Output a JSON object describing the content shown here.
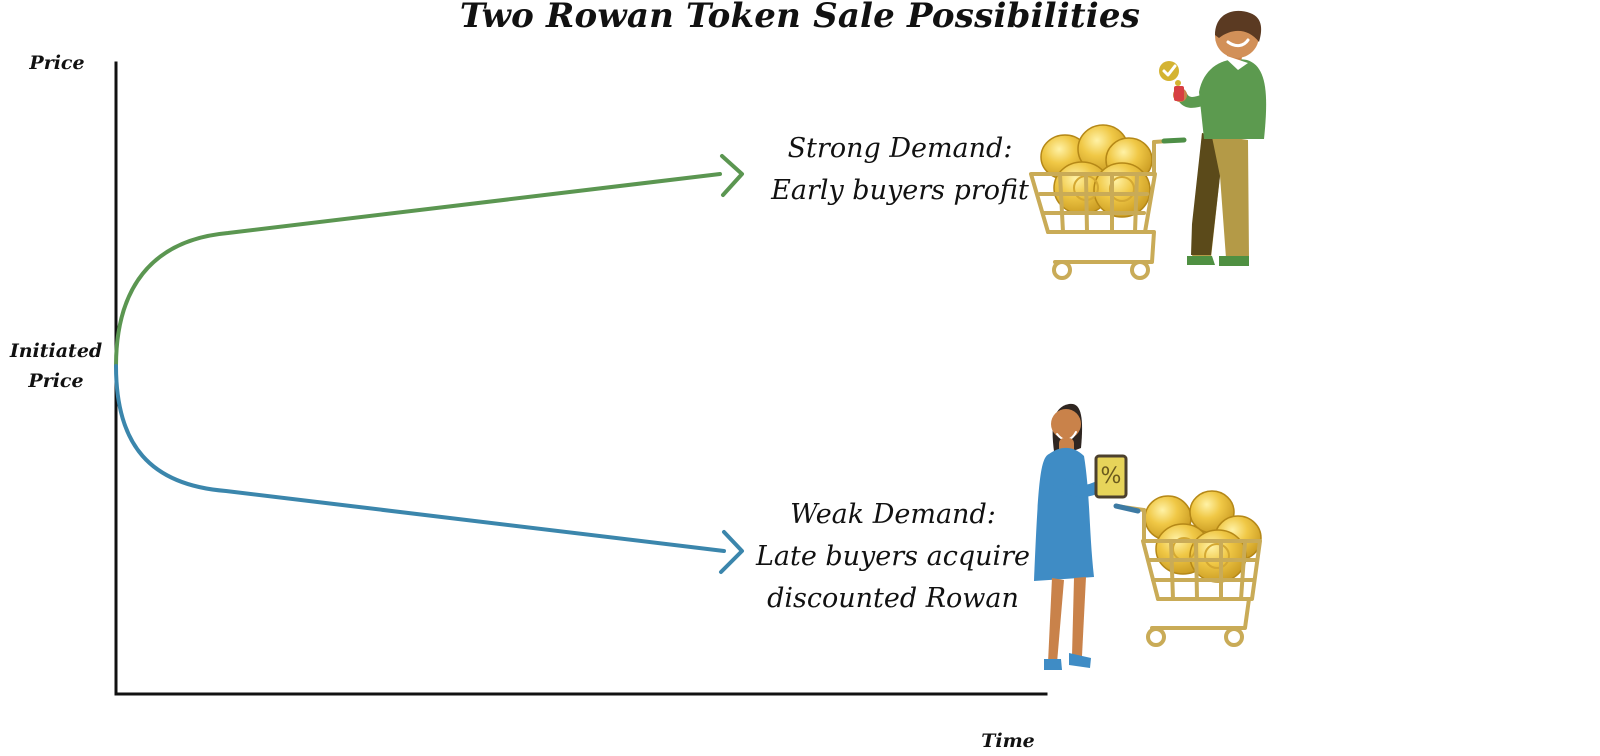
{
  "diagram": {
    "title": "Two Rowan Token Sale Possibilities",
    "y_axis_label": "Price",
    "initiated_price_label": [
      "Initiated",
      "Price"
    ],
    "x_axis_label": "Time",
    "strong_demand": {
      "heading": "Strong Demand:",
      "description": "Early buyers profit",
      "color": "#5b9651"
    },
    "weak_demand": {
      "heading": "Weak Demand:",
      "description_lines": [
        "Late buyers acquire",
        "discounted Rowan"
      ],
      "color": "#3b86ac"
    }
  },
  "colors": {
    "axis": "#111111",
    "coin_gold": "#e0b93b",
    "cart": "#c9ab57",
    "man_shirt": "#5c9a4f",
    "man_pants": "#b49a47",
    "woman_dress": "#3f8cc5"
  },
  "icons": {
    "strong_buyer": "man-shopping-icon",
    "weak_buyer": "woman-shopping-icon",
    "coin_cart": "shopping-cart-icon"
  }
}
